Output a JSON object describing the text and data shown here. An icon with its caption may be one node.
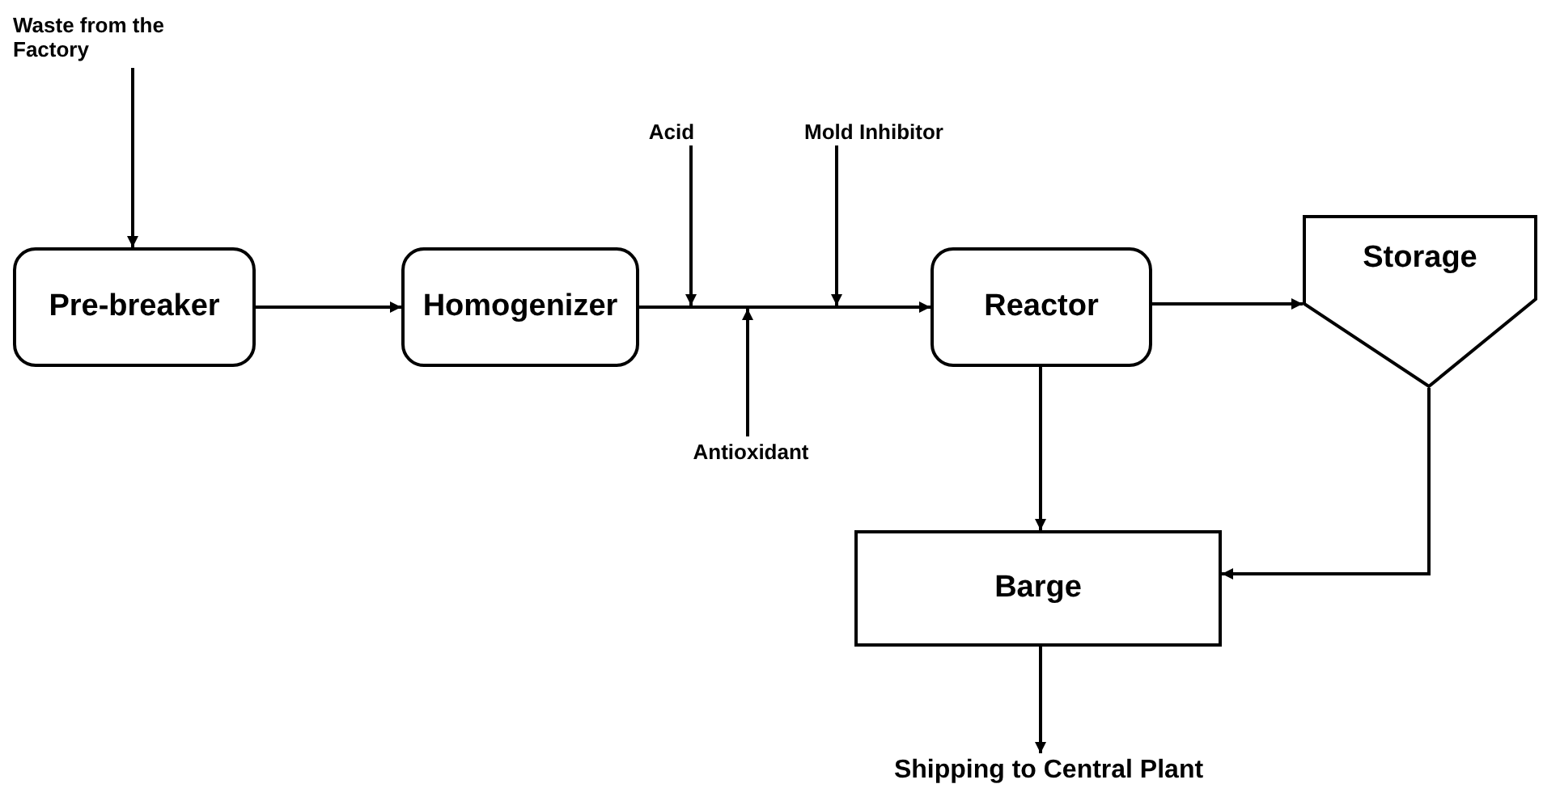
{
  "diagram": {
    "nodes": [
      {
        "text": [
          "Waste from the Factory"
        ]
      },
      {
        "text": [
          "Pre-breaker"
        ]
      },
      {
        "text": [
          "Homogenizer"
        ]
      },
      {
        "text": [
          "Acid"
        ]
      },
      {
        "text": [
          "Mold Inhibitor"
        ]
      },
      {
        "text": [
          "Antioxidant"
        ]
      },
      {
        "text": [
          "Reactor"
        ]
      },
      {
        "text": [
          "Storage"
        ]
      },
      {
        "text": [
          "Barge"
        ]
      },
      {
        "text": [
          "Shipping to Central Plant"
        ]
      }
    ],
    "edges": [
      {
        "from": 0,
        "to": 1,
        "arrow": "to"
      },
      {
        "from": 1,
        "to": 2,
        "arrow": "to"
      },
      {
        "from": 2,
        "to": 6,
        "arrow": "to"
      },
      {
        "from": 3,
        "to": null,
        "arrow": "to"
      },
      {
        "from": 4,
        "to": null,
        "arrow": "to"
      },
      {
        "from": 5,
        "to": null,
        "arrow": "to"
      },
      {
        "from": 6,
        "to": 7,
        "arrow": "to"
      },
      {
        "from": 6,
        "to": 8,
        "arrow": "to"
      },
      {
        "from": 7,
        "to": 8,
        "arrow": "to"
      },
      {
        "from": 8,
        "to": 9,
        "arrow": "to"
      }
    ]
  }
}
